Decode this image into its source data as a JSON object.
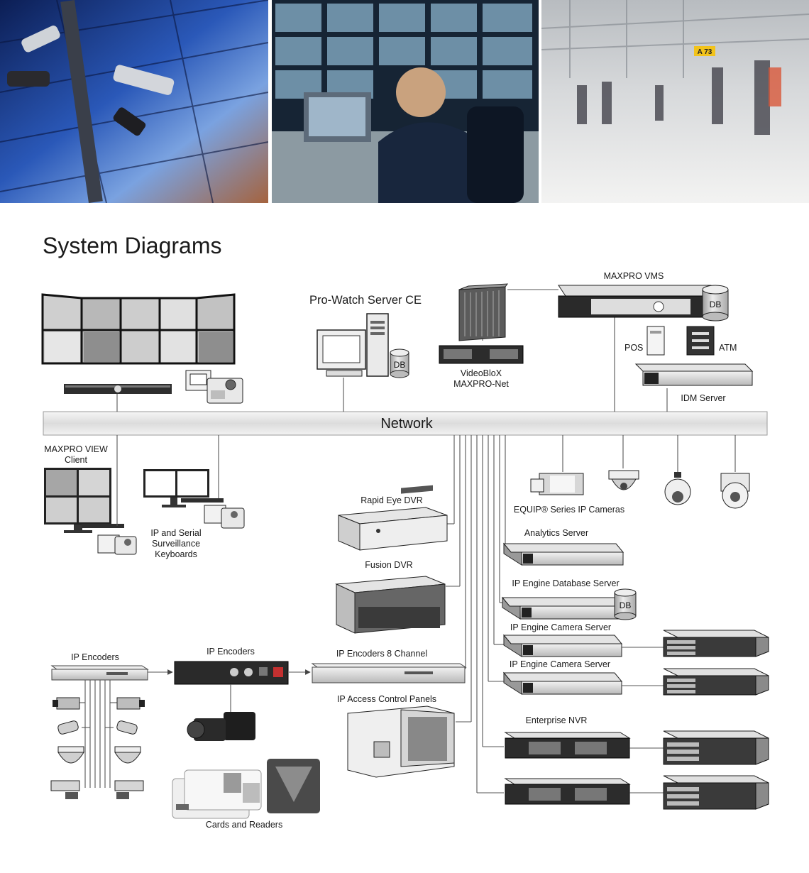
{
  "title": "System Diagrams",
  "network": "Network",
  "labels": {
    "maxpro_vms": "MAXPRO VMS",
    "db": "DB",
    "prowatch": "Pro-Watch Server CE",
    "videoblox_1": "VideoBloX",
    "videoblox_2": "MAXPRO-Net",
    "pos": "POS",
    "atm": "ATM",
    "idm": "IDM Server",
    "view_client_1": "MAXPRO VIEW",
    "view_client_2": "Client",
    "keyboards_1": "IP and Serial",
    "keyboards_2": "Surveillance",
    "keyboards_3": "Keyboards",
    "rapid_eye": "Rapid Eye DVR",
    "fusion": "Fusion DVR",
    "equip": "EQUIP® Series IP Cameras",
    "analytics": "Analytics Server",
    "ip_engine_db": "IP Engine Database Server",
    "ip_engine_cam_1": "IP Engine Camera Server",
    "ip_engine_cam_2": "IP Engine Camera Server",
    "ip_encoders_1": "IP Encoders",
    "ip_encoders_2": "IP Encoders",
    "ip_encoders_8": "IP Encoders 8 Channel",
    "access_panels": "IP Access Control Panels",
    "enterprise_nvr": "Enterprise NVR",
    "cards": "Cards and Readers",
    "airport_sign": "A 73"
  },
  "colors": {
    "network_bar": "#e6e6e6",
    "device_dark": "#2b2b2b",
    "device_light": "#d8d8d8",
    "glass_blue": "#1d3f86"
  }
}
